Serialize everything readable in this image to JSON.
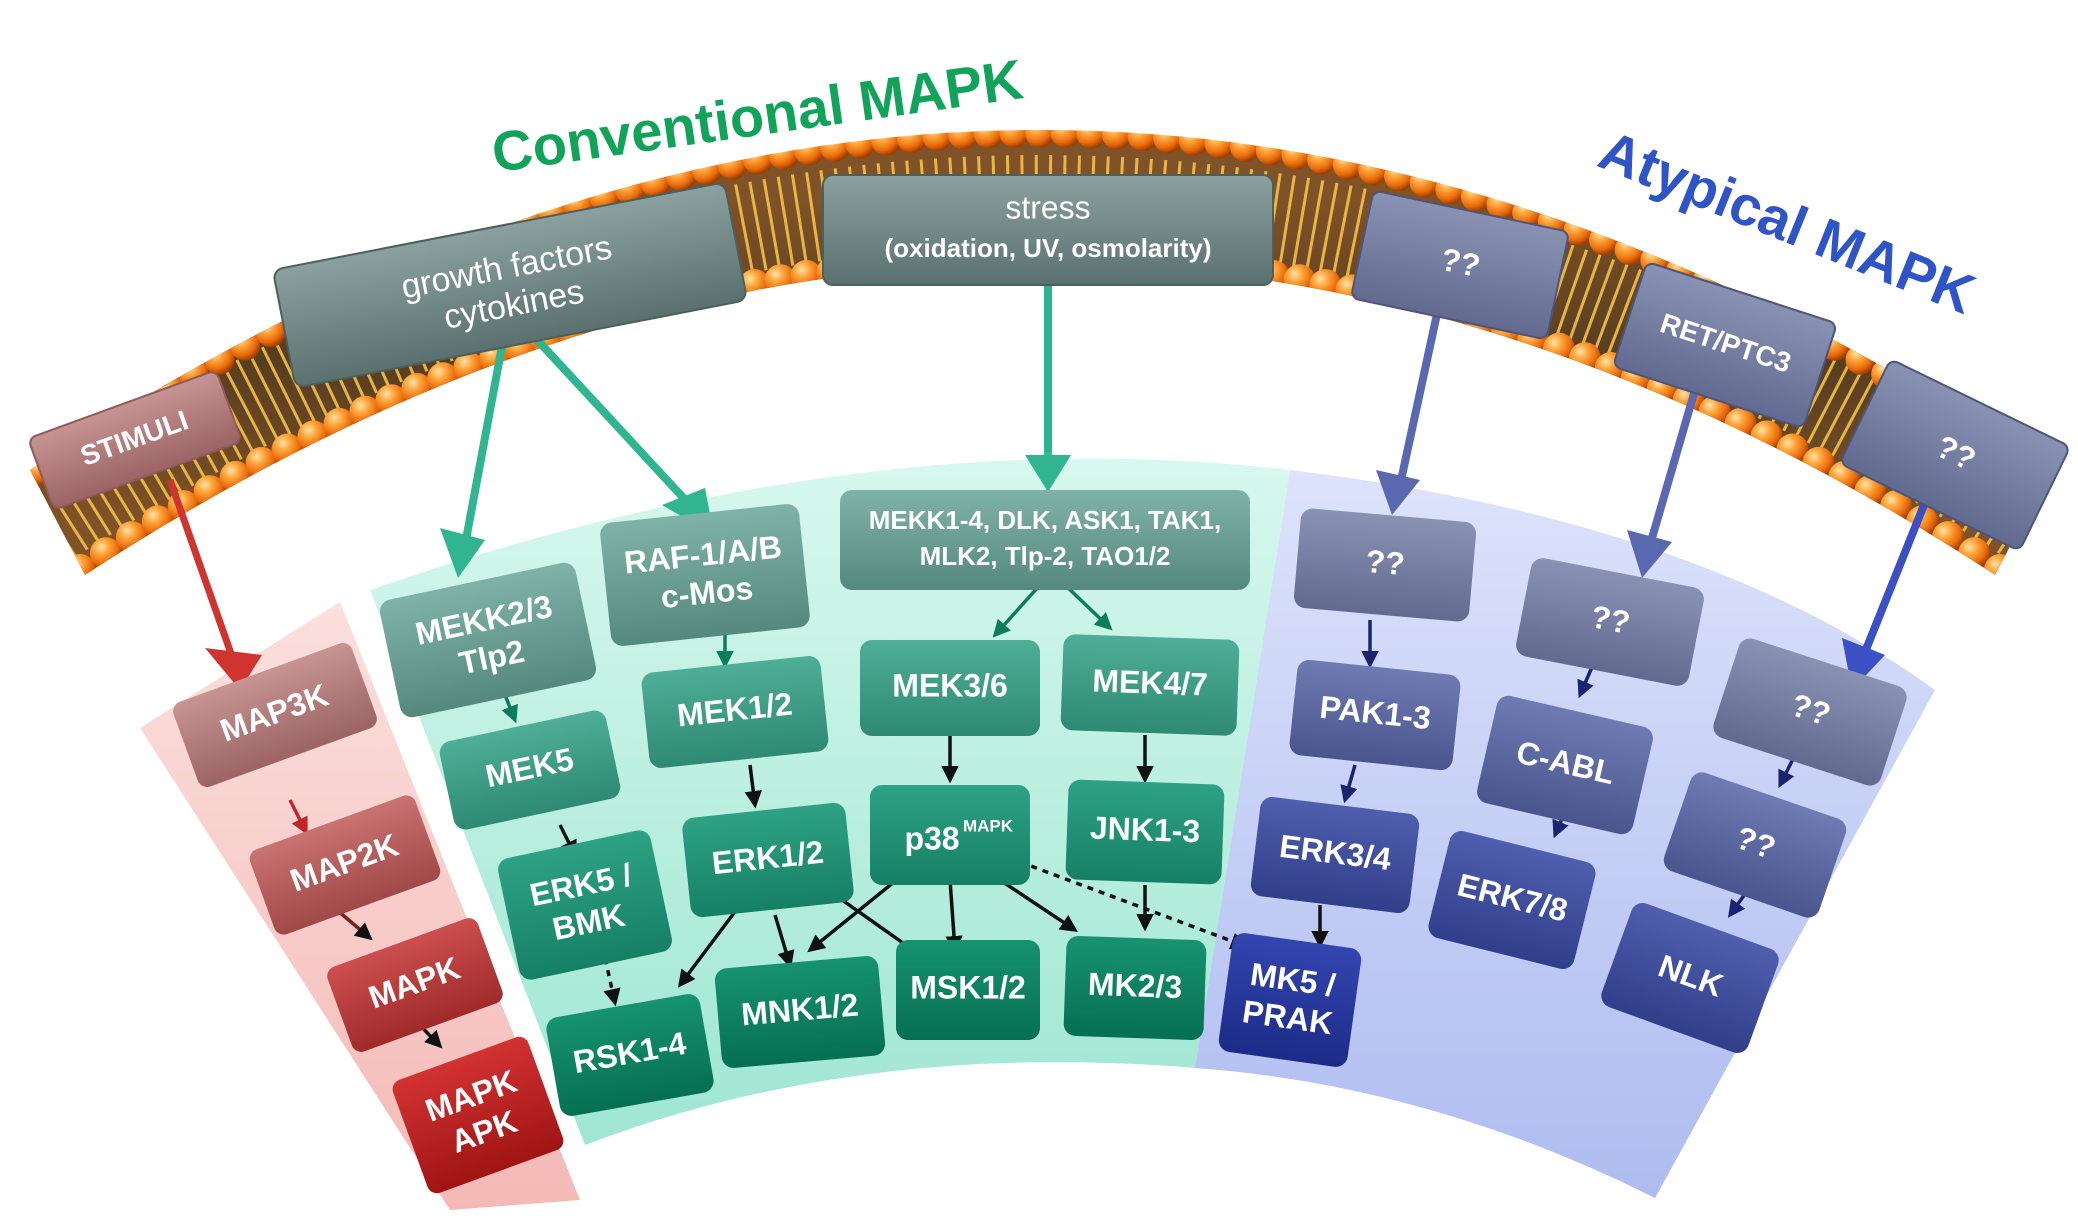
{
  "titles": {
    "conventional": "Conventional MAPK",
    "atypical": "Atypical MAPK"
  },
  "stimuli": {
    "generic": "STIMULI",
    "growth_line1": "growth factors",
    "growth_line2": "cytokines",
    "stress_line1": "stress",
    "stress_line2": "(oxidation, UV, osmolarity)",
    "atypical_1": "??",
    "ret": "RET/PTC3",
    "atypical_3": "??"
  },
  "generic_pathway": {
    "map3k": "MAP3K",
    "map2k": "MAP2K",
    "mapk": "MAPK",
    "mapkapk_line1": "MAPK",
    "mapkapk_line2": "APK"
  },
  "conventional": {
    "mekk23_line1": "MEKK2/3",
    "mekk23_line2": "Tlp2",
    "raf_line1": "RAF-1/A/B",
    "raf_line2": "c-Mos",
    "mekk_line1": "MEKK1-4, DLK, ASK1, TAK1,",
    "mekk_line2": "MLK2, Tlp-2, TAO1/2",
    "mek5": "MEK5",
    "mek12": "MEK1/2",
    "mek36": "MEK3/6",
    "mek47": "MEK4/7",
    "erk5_line1": "ERK5 /",
    "erk5_line2": "BMK",
    "erk12": "ERK1/2",
    "p38": "p38",
    "p38_sup": "MAPK",
    "jnk": "JNK1-3",
    "rsk": "RSK1-4",
    "mnk": "MNK1/2",
    "msk": "MSK1/2",
    "mk23": "MK2/3"
  },
  "atypical": {
    "col1_top": "??",
    "pak": "PAK1-3",
    "erk34": "ERK3/4",
    "mk5_line1": "MK5 /",
    "mk5_line2": "PRAK",
    "col2_top": "??",
    "cabl": "C-ABL",
    "erk78": "ERK7/8",
    "col3_top": "??",
    "col3_mid": "??",
    "nlk": "NLK"
  },
  "colors": {
    "conventional_title": "#12a35a",
    "atypical_title": "#2f54c8",
    "membrane_orange": "#f07a10",
    "red_panel": "#f6c7c4",
    "green_panel": "#b7eedf",
    "blue_panel": "#c3cdf5",
    "stimulus_box": "#6d8583"
  }
}
